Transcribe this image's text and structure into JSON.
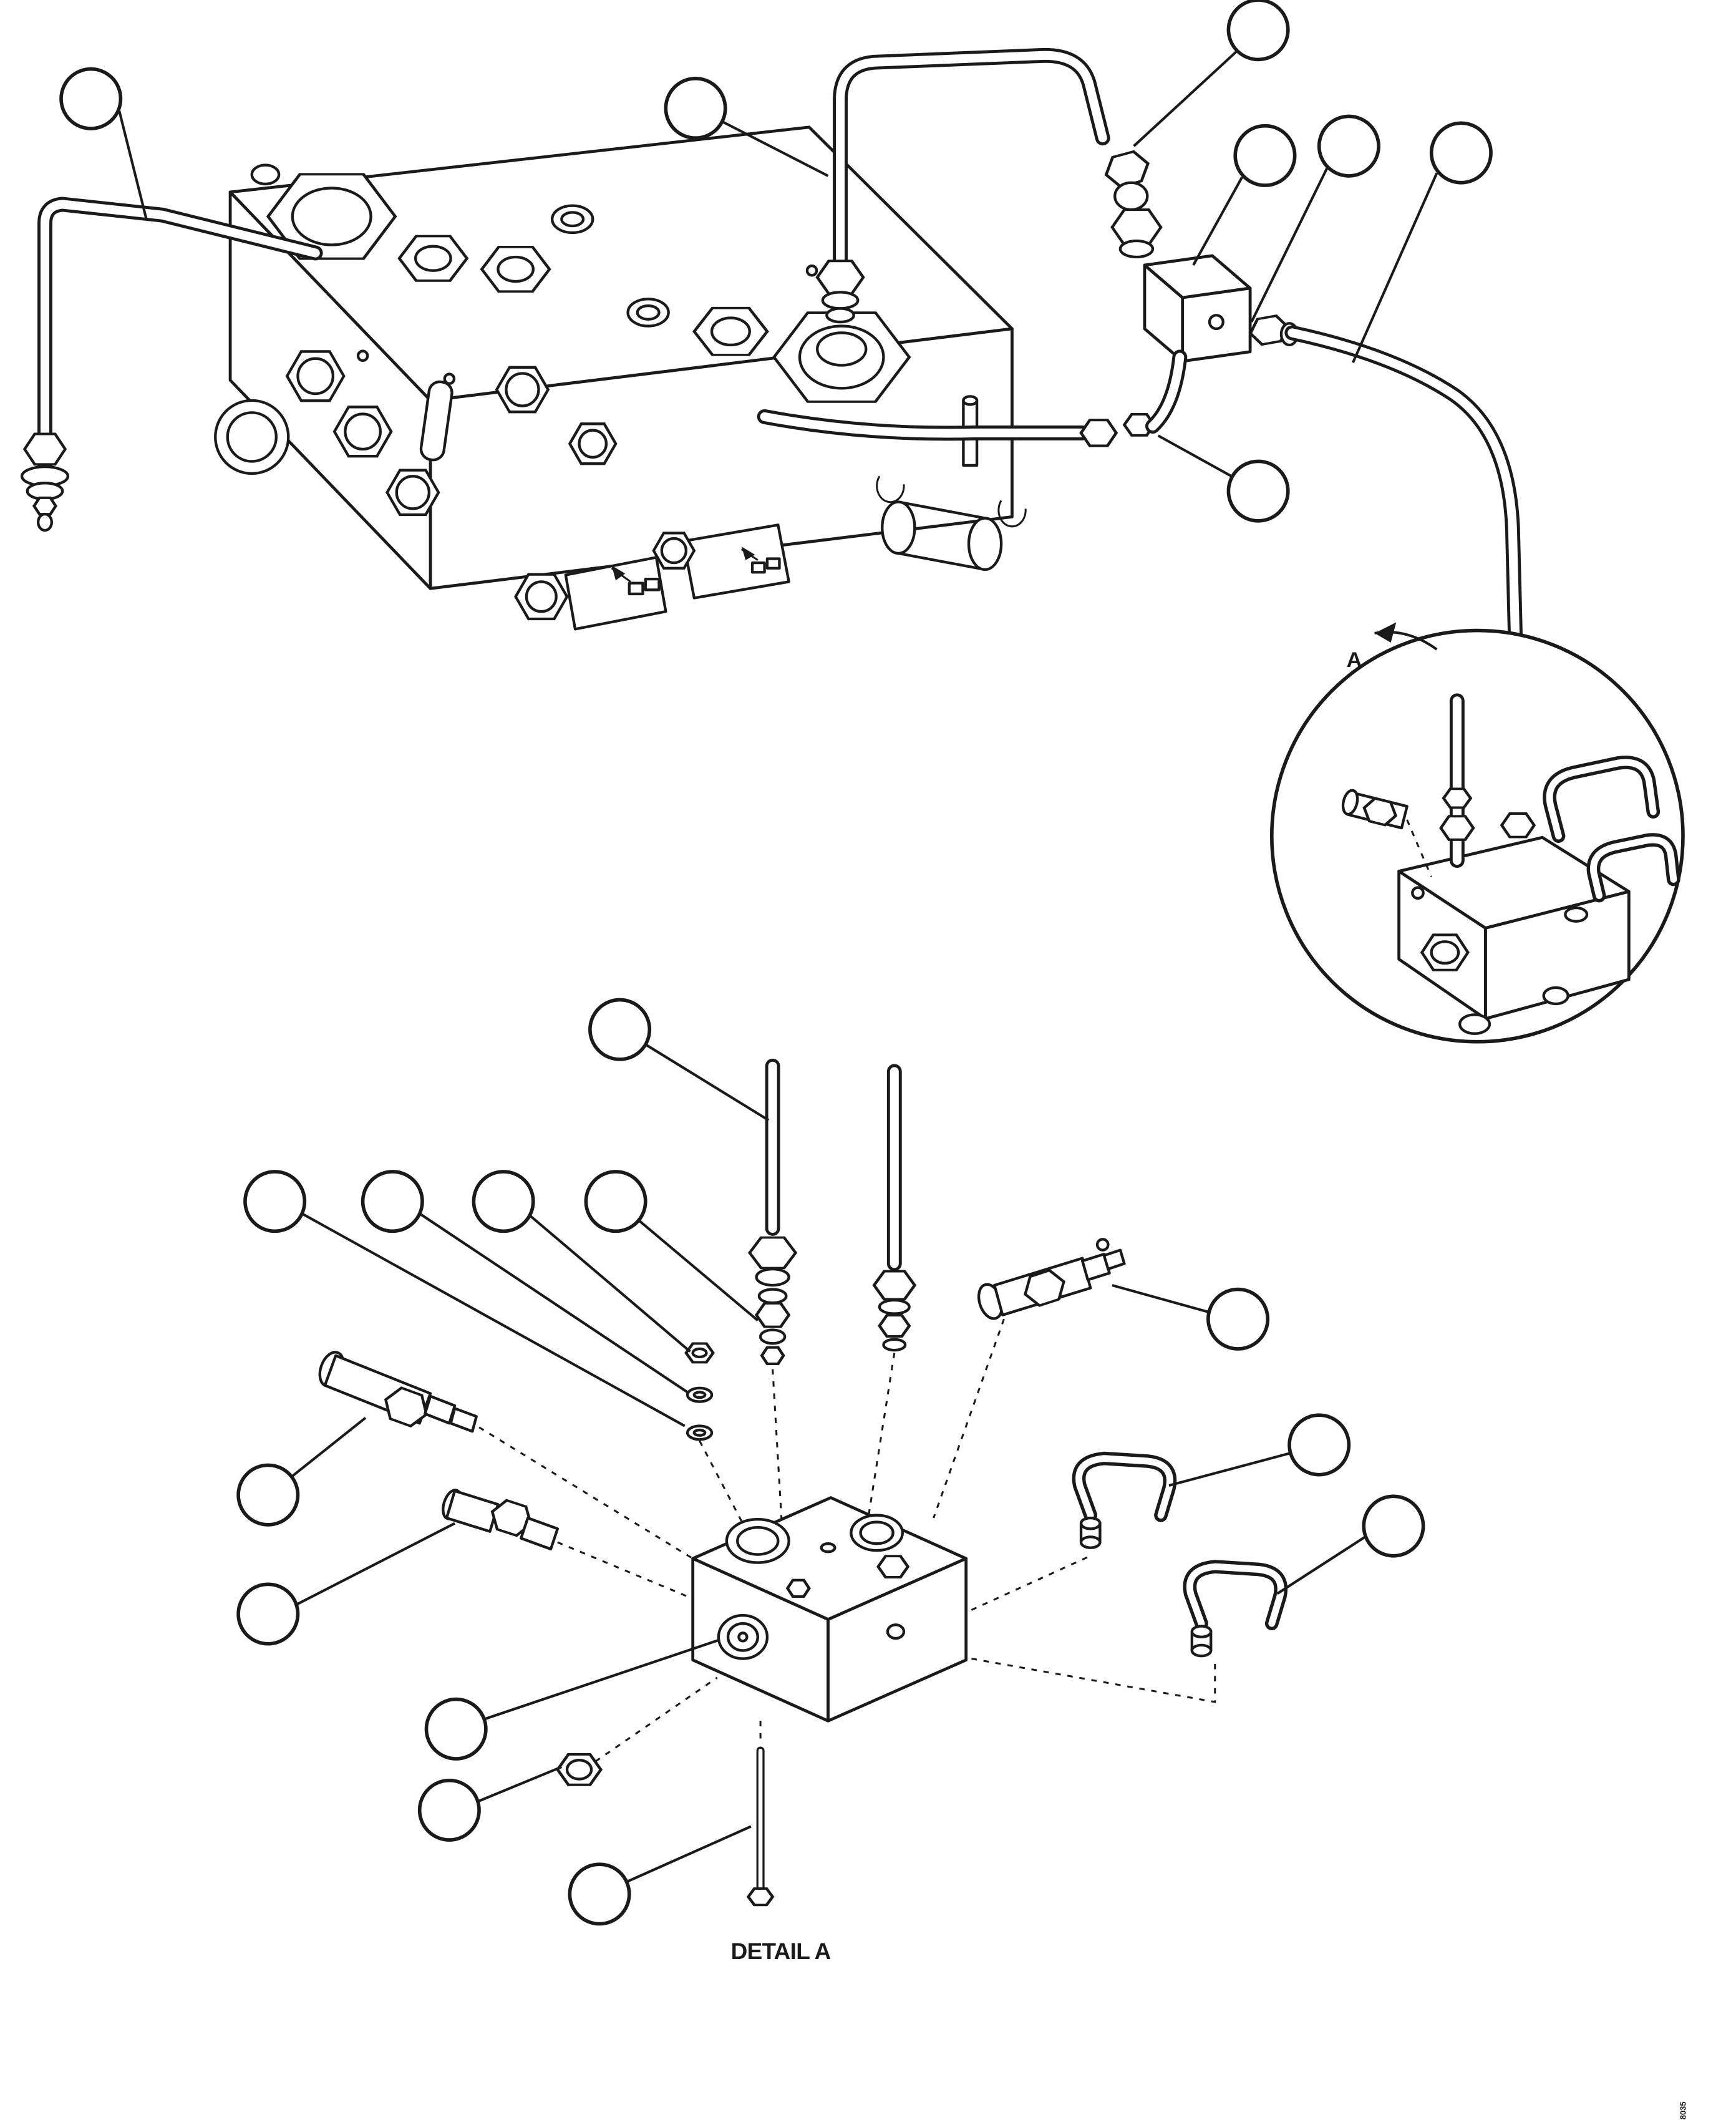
{
  "page": {
    "background": "#ffffff",
    "line_color": "#1a1a1a",
    "description_visible_text_only": true
  },
  "labels": {
    "view_arrow": "A",
    "detail_title": "DETAIL A",
    "corner_code": "8035"
  }
}
